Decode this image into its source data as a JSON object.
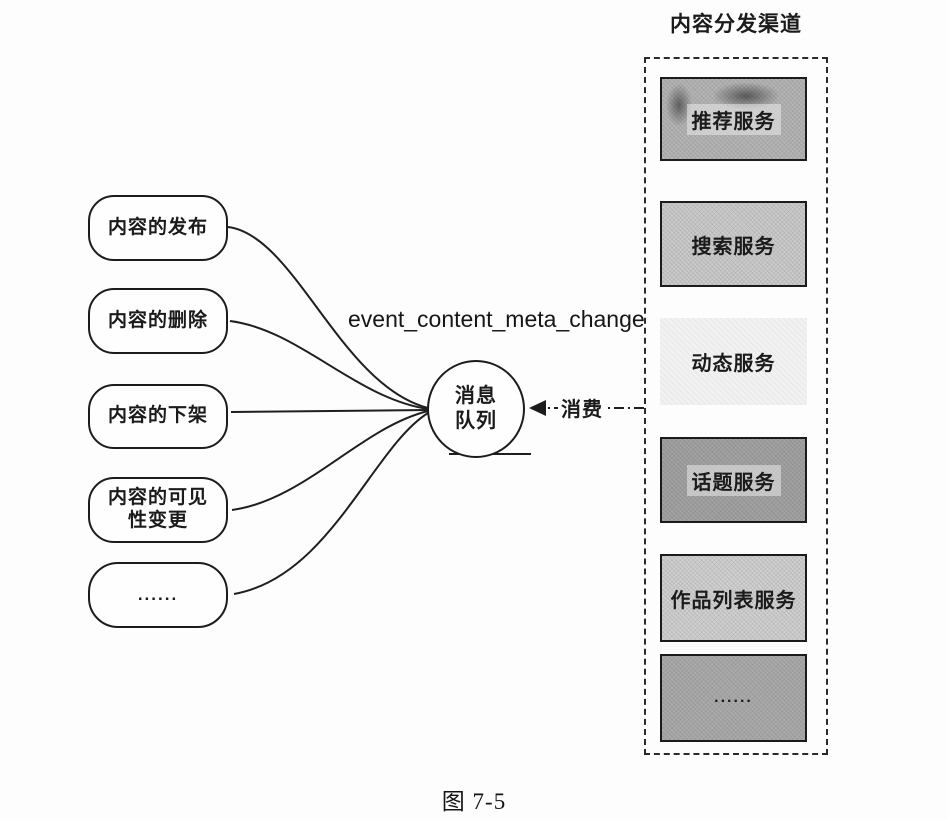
{
  "event_label": "event_content_meta_change",
  "sources": [
    {
      "label": "内容的发布"
    },
    {
      "label": "内容的删除"
    },
    {
      "label": "内容的下架"
    },
    {
      "label": "内容的可见性变更"
    },
    {
      "label": "......"
    }
  ],
  "queue": {
    "line1": "消息",
    "line2": "队列"
  },
  "consume_arrow": {
    "label": "消费"
  },
  "channels": {
    "title": "内容分发渠道",
    "items": [
      {
        "label": "推荐服务",
        "fill": "#b5b5b5"
      },
      {
        "label": "搜索服务",
        "fill": "#cbcbcb"
      },
      {
        "label": "动态服务",
        "fill": "#f1f1f1"
      },
      {
        "label": "话题服务",
        "fill": "#a3a3a3"
      },
      {
        "label": "作品列表服务",
        "fill": "#d0d0d0"
      },
      {
        "label": "......",
        "fill": "#ababab"
      }
    ]
  },
  "caption": "图 7-5",
  "colors": {
    "ink": "#1c1c1c",
    "paper": "#fdfdfd"
  }
}
